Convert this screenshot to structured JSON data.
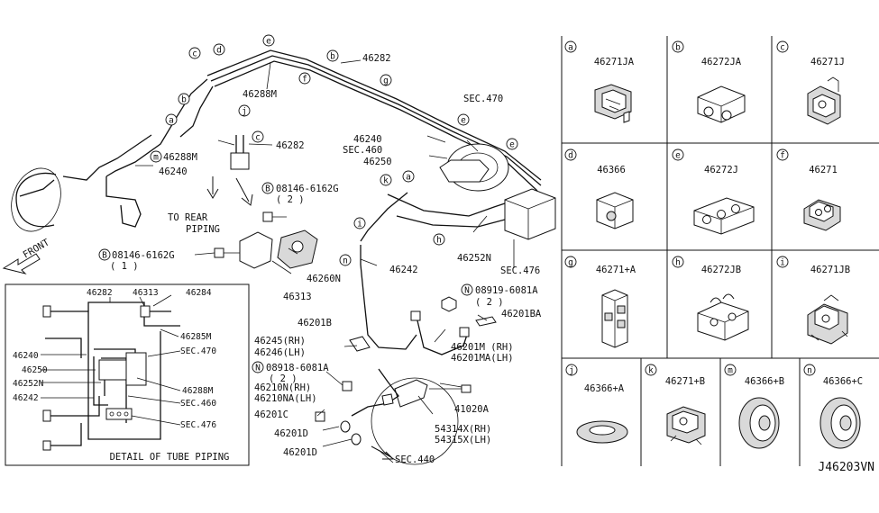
{
  "diagram_id": "J46203VN",
  "main_labels": {
    "l46282_top": "46282",
    "l46288m_top": "46288M",
    "l46288m_left": "46288M",
    "l46240_left": "46240",
    "l46282_mid": "46282",
    "sec470": "SEC.470",
    "l46240_mid": "46240",
    "sec460": "SEC.460",
    "l46250": "46250",
    "l08146_top": "08146-6162G",
    "l08146_top_qty": "( 2 )",
    "to_rear": "TO REAR",
    "piping": "PIPING",
    "front": "FRONT",
    "l08146_low": "08146-6162G",
    "l08146_low_qty": "( 1 )",
    "l46260n": "46260N",
    "l46313": "46313",
    "l46252n": "46252N",
    "sec476": "SEC.476",
    "l46242": "46242",
    "l08919": "08919-6081A",
    "l08919_qty": "( 2 )",
    "l46201b": "46201B",
    "l46201ba": "46201BA",
    "l46245": "46245(RH)",
    "l46246": "46246(LH)",
    "l46201m": "46201M  (RH)",
    "l46201ma": "46201MA(LH)",
    "l08918": "08918-6081A",
    "l08918_qty": "( 2 )",
    "l46210n": "46210N(RH)",
    "l46210na": "46210NA(LH)",
    "l41020a": "41020A",
    "l46201c": "46201C",
    "l54314x": "54314X(RH)",
    "l54315x": "54315X(LH)",
    "l46201d_a": "46201D",
    "l46201d_b": "46201D",
    "sec440": "SEC.440"
  },
  "callouts": {
    "a": "a",
    "b": "b",
    "c": "c",
    "d": "d",
    "e": "e",
    "f": "f",
    "g": "g",
    "h": "h",
    "i": "i",
    "j": "j",
    "k": "k",
    "m": "m",
    "n": "n",
    "B": "B",
    "N": "N"
  },
  "detail": {
    "caption": "DETAIL OF TUBE PIPING",
    "l46282": "46282",
    "l46313": "46313",
    "l46284": "46284",
    "l46285m": "46285M",
    "l46240": "46240",
    "sec470": "SEC.470",
    "l46250": "46250",
    "l46252n": "46252N",
    "l46288m": "46288M",
    "sec460": "SEC.460",
    "l46242": "46242",
    "sec476": "SEC.476"
  },
  "parts_grid": [
    {
      "letter": "a",
      "part": "46271JA"
    },
    {
      "letter": "b",
      "part": "46272JA"
    },
    {
      "letter": "c",
      "part": "46271J"
    },
    {
      "letter": "d",
      "part": "46366"
    },
    {
      "letter": "e",
      "part": "46272J"
    },
    {
      "letter": "f",
      "part": "46271"
    },
    {
      "letter": "g",
      "part": "46271+A"
    },
    {
      "letter": "h",
      "part": "46272JB"
    },
    {
      "letter": "i",
      "part": "46271JB"
    },
    {
      "letter": "j",
      "part": "46366+A"
    },
    {
      "letter": "k",
      "part": "46271+B"
    },
    {
      "letter": "m",
      "part": "46366+B"
    },
    {
      "letter": "n",
      "part": "46366+C"
    }
  ]
}
